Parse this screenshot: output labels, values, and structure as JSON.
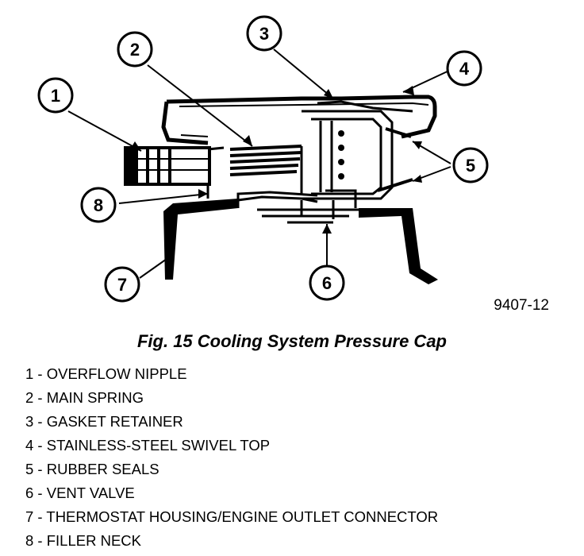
{
  "figure": {
    "code": "9407-12",
    "caption": "Fig. 15 Cooling System Pressure Cap",
    "callouts": [
      "1",
      "2",
      "3",
      "4",
      "5",
      "6",
      "7",
      "8"
    ]
  },
  "legend": [
    "1 - OVERFLOW NIPPLE",
    "2 - MAIN SPRING",
    "3 - GASKET RETAINER",
    "4 - STAINLESS-STEEL SWIVEL TOP",
    "5 - RUBBER SEALS",
    "6 - VENT VALVE",
    "7 - THERMOSTAT HOUSING/ENGINE OUTLET CONNECTOR",
    "8 - FILLER NECK"
  ]
}
